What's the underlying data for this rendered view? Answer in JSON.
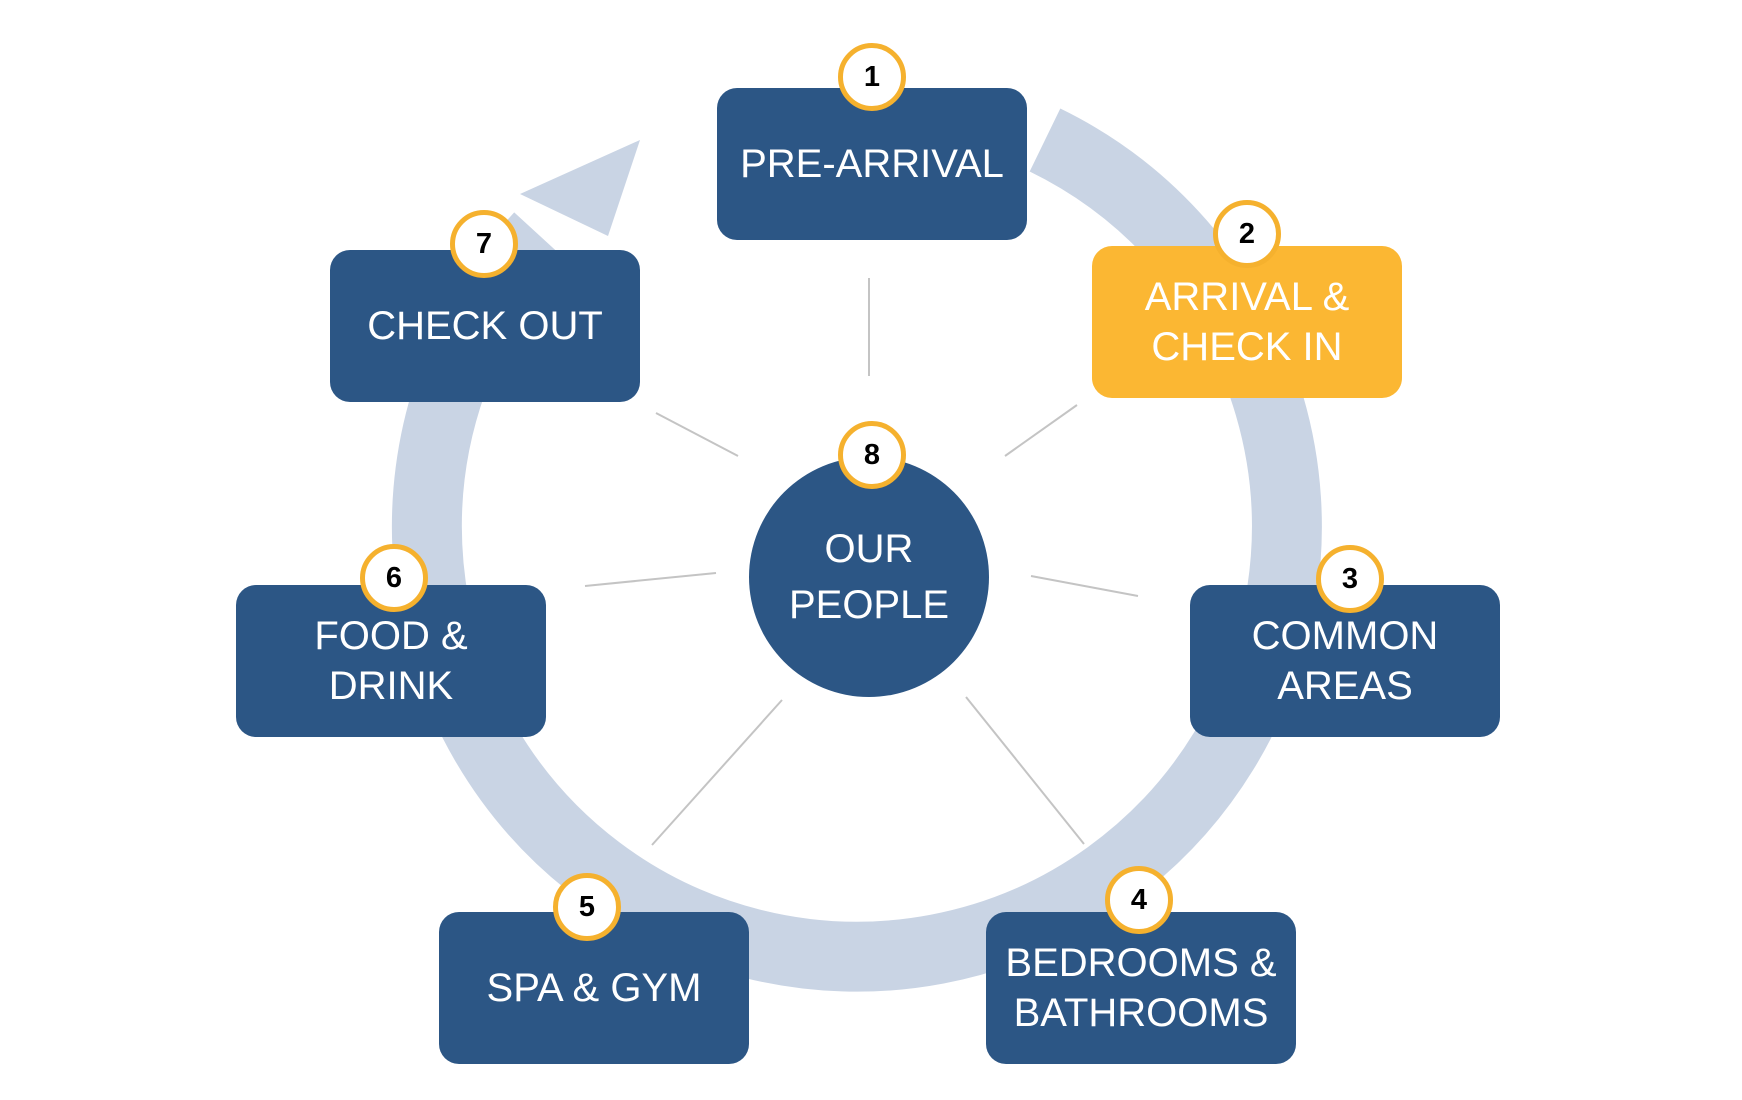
{
  "colors": {
    "box": "#2c5685",
    "highlight_box": "#fbb733",
    "badge_border": "#f5b12e",
    "ring": "#c9d4e4",
    "spoke": "#c4c4c4"
  },
  "stages": [
    {
      "number": "1",
      "label": "PRE-ARRIVAL"
    },
    {
      "number": "2",
      "label": "ARRIVAL &\nCHECK IN"
    },
    {
      "number": "3",
      "label": "COMMON\nAREAS"
    },
    {
      "number": "4",
      "label": "BEDROOMS &\nBATHROOMS"
    },
    {
      "number": "5",
      "label": "SPA & GYM"
    },
    {
      "number": "6",
      "label": "FOOD &\nDRINK"
    },
    {
      "number": "7",
      "label": "CHECK OUT"
    }
  ],
  "center": {
    "number": "8",
    "label": "OUR\nPEOPLE"
  }
}
